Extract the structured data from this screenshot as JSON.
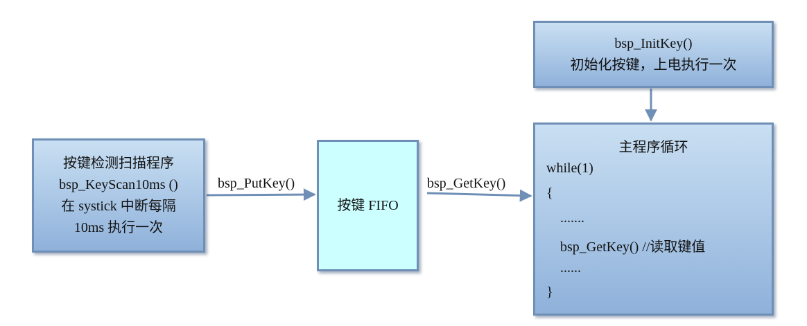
{
  "scan_box": {
    "lines": [
      "按键检测扫描程序",
      "bsp_KeyScan10ms ()",
      "在 systick 中断每隔",
      "10ms 执行一次"
    ]
  },
  "fifo_box": {
    "label": "按键 FIFO"
  },
  "init_box": {
    "lines": [
      "bsp_InitKey()",
      "初始化按键，上电执行一次"
    ]
  },
  "main_box": {
    "title": "主程序循环",
    "code": [
      "while(1)",
      "{",
      "    .......",
      "    bsp_GetKey() //读取键值",
      "    ......",
      "}"
    ]
  },
  "edges": {
    "put_key": "bsp_PutKey()",
    "get_key": "bsp_GetKey()"
  },
  "colors": {
    "border": "#6f8fb6",
    "arrow": "#6f8fb6",
    "fifo_fill": "#ccffff",
    "box_fill_top": "#c9dff2",
    "box_fill_bottom": "#8fb1da"
  }
}
